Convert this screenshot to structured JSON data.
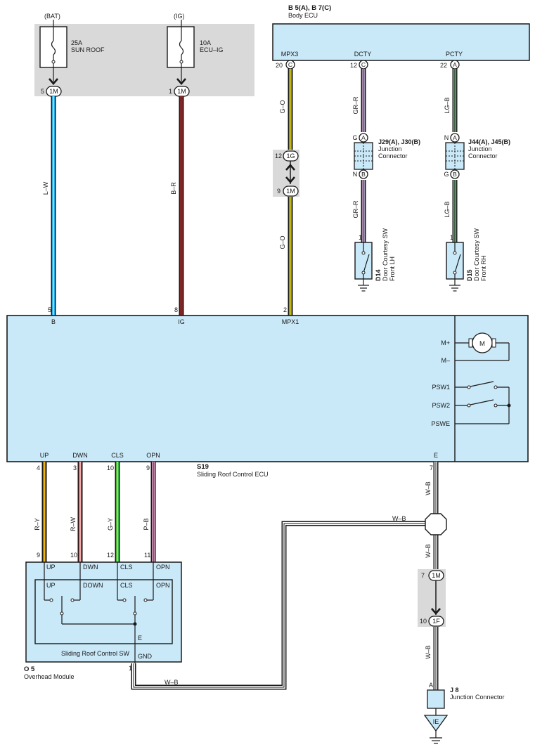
{
  "fuses": [
    {
      "source": "(BAT)",
      "amp": "25A",
      "name": "SUN ROOF",
      "pin": "5",
      "conn": "1M"
    },
    {
      "source": "(IG)",
      "amp": "10A",
      "name": "ECU–IG",
      "pin": "1",
      "conn": "1M"
    }
  ],
  "body_ecu": {
    "id": "B 5(A), B 7(C)",
    "name": "Body ECU",
    "terminals": [
      {
        "label": "MPX3",
        "pin": "20",
        "conn": "C"
      },
      {
        "label": "DCTY",
        "pin": "12",
        "conn": "C"
      },
      {
        "label": "PCTY",
        "pin": "22",
        "conn": "A"
      }
    ]
  },
  "junctions": [
    {
      "id": "J29(A), J30(B)",
      "name1": "Junction",
      "name2": "Connector",
      "top_pin": "G",
      "top_conn": "A",
      "bot_pin": "N",
      "bot_conn": "B"
    },
    {
      "id": "J44(A), J45(B)",
      "name1": "Junction",
      "name2": "Connector",
      "top_pin": "N",
      "top_conn": "A",
      "bot_pin": "G",
      "bot_conn": "B"
    }
  ],
  "door_switches": [
    {
      "id": "D14",
      "name1": "Door Courtesy SW",
      "name2": "Front LH",
      "pin": "1"
    },
    {
      "id": "D15",
      "name1": "Door Courtesy SW",
      "name2": "Front RH",
      "pin": "1"
    }
  ],
  "inline_mpx": {
    "top_pin": "12",
    "top_conn": "1G",
    "bot_pin": "9",
    "bot_conn": "1M"
  },
  "inline_gnd": {
    "top_pin": "7",
    "top_conn": "1M",
    "bot_pin": "10",
    "bot_conn": "1F"
  },
  "wires": {
    "lw": "L–W",
    "br": "B–R",
    "go1": "G–O",
    "go2": "G–O",
    "grr1": "GR–R",
    "grr2": "GR–R",
    "lgb1": "LG–B",
    "lgb2": "LG–B",
    "ry": "R–Y",
    "rw": "R–W",
    "gy": "G–Y",
    "pb": "P–B",
    "wb1": "W–B",
    "wb2": "W–B",
    "wb3": "W–B",
    "wb4": "W–B",
    "wb5": "W–B"
  },
  "ecu": {
    "id": "S19",
    "name": "Sliding Roof Control ECU",
    "top_terms": [
      {
        "pin": "5",
        "label": "B"
      },
      {
        "pin": "8",
        "label": "IG"
      },
      {
        "pin": "2",
        "label": "MPX1"
      }
    ],
    "bottom_terms": [
      {
        "pin": "4",
        "label": "UP"
      },
      {
        "pin": "3",
        "label": "DWN"
      },
      {
        "pin": "10",
        "label": "CLS"
      },
      {
        "pin": "9",
        "label": "OPN"
      },
      {
        "pin": "7",
        "label": "E"
      }
    ],
    "motor_symbol": "M",
    "right_labels": [
      "M+",
      "M–",
      "PSW1",
      "PSW2",
      "PSWE"
    ]
  },
  "overhead": {
    "id": "O 5",
    "name": "Overhead Module",
    "sw_name": "Sliding Roof Control SW",
    "top_terms": [
      {
        "pin": "9",
        "label": "UP"
      },
      {
        "pin": "10",
        "label": "DWN"
      },
      {
        "pin": "12",
        "label": "CLS"
      },
      {
        "pin": "11",
        "label": "OPN"
      }
    ],
    "inner_labels": [
      "UP",
      "DOWN",
      "CLS",
      "OPN"
    ],
    "e_label": "E",
    "gnd_label": "GND",
    "gnd_pin": "1"
  },
  "junction_j8": {
    "id": "J 8",
    "name": "Junction Connector",
    "pin": "A"
  },
  "ground": {
    "label": "IE"
  },
  "colors": {
    "box_fill": "#c9e8f8",
    "gray": "#d9d9d9",
    "line": "#1a1a1a"
  }
}
